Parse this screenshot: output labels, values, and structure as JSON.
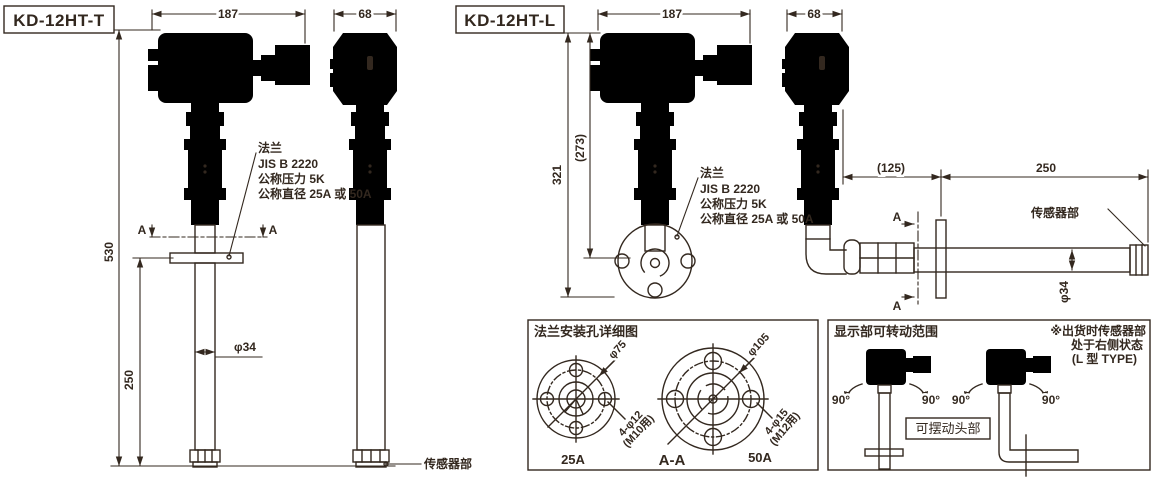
{
  "drawing": {
    "t": {
      "model": "KD-12HT-T",
      "dim_width": "187",
      "dim_side_width": "68",
      "dim_total_height": "530",
      "dim_insert_depth": "250",
      "dim_probe_dia": "φ34",
      "section_mark": "A",
      "sensor_label": "传感器部"
    },
    "l": {
      "model": "KD-12HT-L",
      "dim_width": "187",
      "dim_side_width": "68",
      "dim_total_height": "321",
      "dim_height_to_flange": "(273)",
      "dim_arm_offset": "(125)",
      "dim_arm_length": "250",
      "dim_probe_dia": "φ34",
      "section_mark": "A",
      "sensor_label": "传感器部"
    },
    "flange_note": {
      "l1": "法兰",
      "l2": "JIS B 2220",
      "l3": "公称压力 5K",
      "l4": "公称直径 25A 或 50A"
    }
  },
  "flange_detail_panel": {
    "title": "法兰安装孔详细图",
    "flange_25a": {
      "bolt_circle_dia": "φ75",
      "bolt_holes": "4-φ12",
      "bolt_note": "(M10用)",
      "size_label": "25A"
    },
    "flange_50a": {
      "bolt_circle_dia": "φ105",
      "bolt_holes": "4-φ15",
      "bolt_note": "(M12用)",
      "size_label": "50A"
    },
    "section_label": "A-A"
  },
  "rotation_panel": {
    "title": "显示部可转动范围",
    "note1": "※出货时传感器部",
    "note2": "处于右侧状态",
    "note3": "(L 型 TYPE)",
    "angle_label": "90°",
    "swing_head_label": "可摆动头部"
  },
  "colors": {
    "line": "#33281f",
    "swing_box_bg": "#dcdcdc",
    "wall_line": "#9a9a9a"
  }
}
